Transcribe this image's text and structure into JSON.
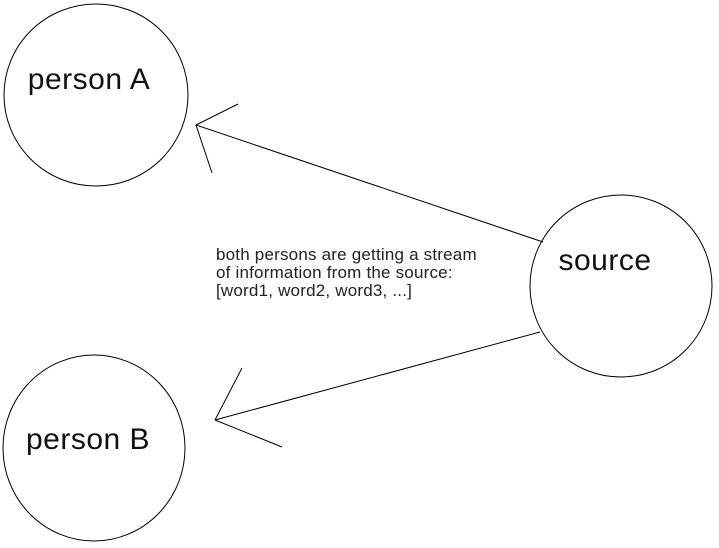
{
  "diagram": {
    "background_color": "#ffffff",
    "stroke_color": "#000000",
    "text_color": "#111111",
    "nodes": [
      {
        "id": "person-a",
        "label": "person A"
      },
      {
        "id": "person-b",
        "label": "person B"
      },
      {
        "id": "source",
        "label": "source"
      }
    ],
    "edges": [
      {
        "from": "source",
        "to": "person-a",
        "style": "open-arrowhead"
      },
      {
        "from": "source",
        "to": "person-b",
        "style": "open-arrowhead"
      }
    ],
    "annotation": {
      "line1": "both persons are getting a stream",
      "line2": "of information from the source:",
      "line3": "[word1, word2, word3, ...]"
    }
  }
}
